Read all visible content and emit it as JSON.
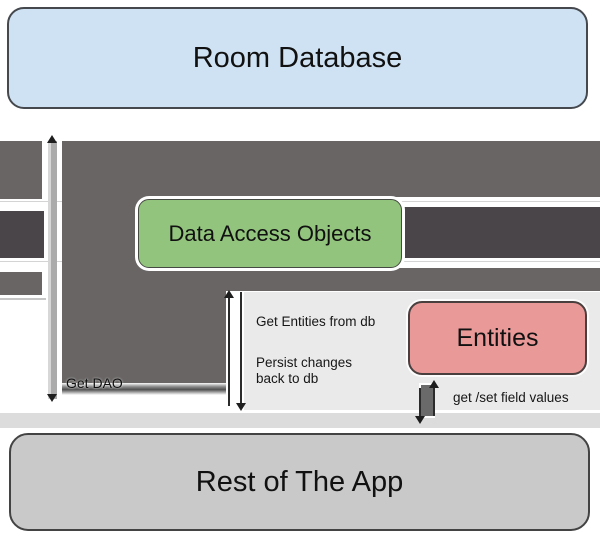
{
  "diagram": {
    "nodes": {
      "room_database": {
        "label": "Room Database",
        "fill": "#cfe2f3"
      },
      "data_access_objects": {
        "label": "Data Access Objects",
        "fill": "#93c47d"
      },
      "entities": {
        "label": "Entities",
        "fill": "#ea9999"
      },
      "rest_of_app": {
        "label": "Rest of The App",
        "fill": "#c9c9c9"
      }
    },
    "edge_labels": {
      "get_dao": "Get DAO",
      "get_entities_from_db": "Get Entities from db",
      "persist_changes_line1": "Persist changes",
      "persist_changes_line2": "back to db",
      "get_set_field_values": "get /set field values"
    },
    "colors": {
      "connector_medium": "#686564",
      "connector_dark": "#4a4548",
      "panel_light": "#eaeaea",
      "light_bar": "#ababab",
      "bottom_strip": "#dcdcdc"
    }
  }
}
